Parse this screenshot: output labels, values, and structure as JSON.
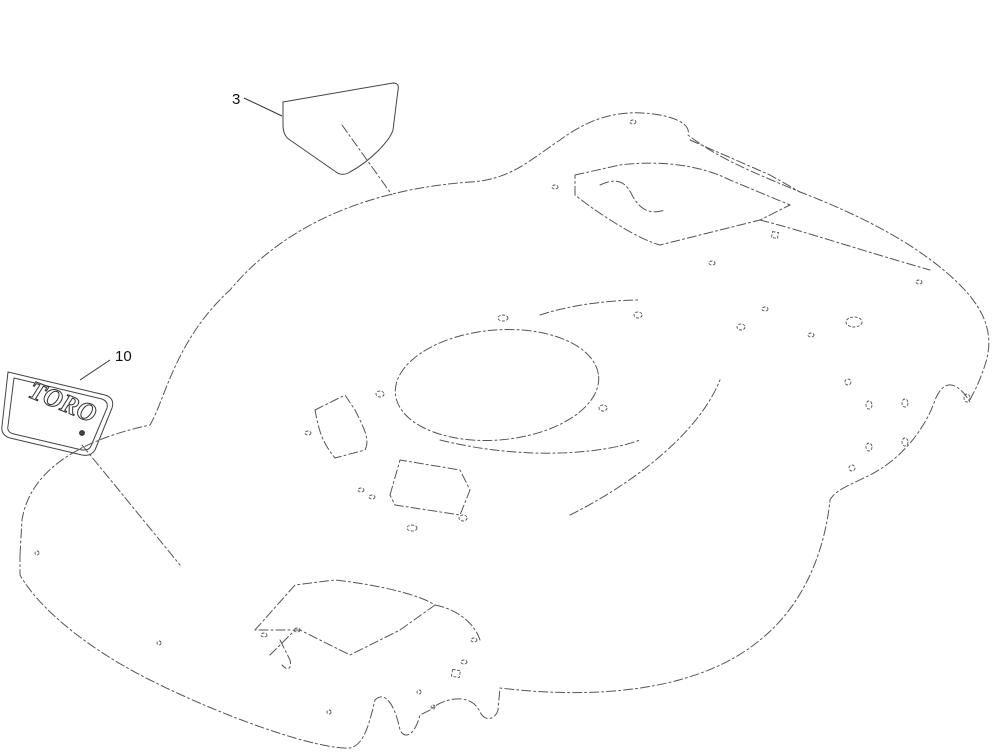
{
  "callouts": [
    {
      "id": "decal-3",
      "label": "3"
    },
    {
      "id": "decal-10",
      "label": "10"
    }
  ],
  "logo": {
    "text": "TORO"
  },
  "colors": {
    "line": "#555555",
    "background": "#ffffff"
  }
}
